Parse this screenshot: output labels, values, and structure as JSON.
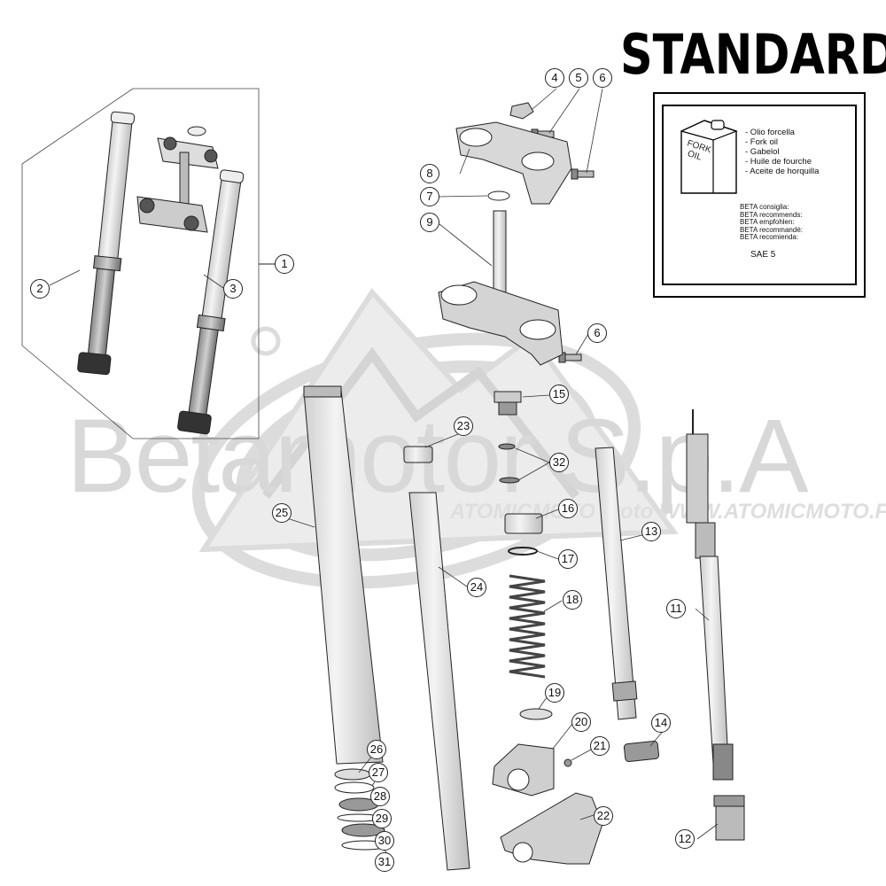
{
  "title": "STANDARD",
  "watermark": "Betamotor S.p.A",
  "watermark_logo": "ATOMICMOTO moto WWW.ATOMICMOTO.FR",
  "oil_box": {
    "can_label": "FORK OIL",
    "names": [
      "- Olio forcella",
      "- Fork oil",
      "- Gabelol",
      "- Huile de fourche",
      "- Aceite de horquilla"
    ],
    "recommends": [
      "BETA consiglia:",
      "BETA recommends:",
      "BETA empfohlen:",
      "BETA recommandé:",
      "BETA recomienda:"
    ],
    "grade": "SAE 5"
  },
  "callouts": [
    {
      "n": "1"
    },
    {
      "n": "2"
    },
    {
      "n": "3"
    },
    {
      "n": "4"
    },
    {
      "n": "5"
    },
    {
      "n": "6"
    },
    {
      "n": "6"
    },
    {
      "n": "7"
    },
    {
      "n": "8"
    },
    {
      "n": "9"
    },
    {
      "n": "11"
    },
    {
      "n": "12"
    },
    {
      "n": "13"
    },
    {
      "n": "14"
    },
    {
      "n": "15"
    },
    {
      "n": "16"
    },
    {
      "n": "17"
    },
    {
      "n": "18"
    },
    {
      "n": "19"
    },
    {
      "n": "20"
    },
    {
      "n": "21"
    },
    {
      "n": "22"
    },
    {
      "n": "23"
    },
    {
      "n": "24"
    },
    {
      "n": "25"
    },
    {
      "n": "26"
    },
    {
      "n": "27"
    },
    {
      "n": "28"
    },
    {
      "n": "29"
    },
    {
      "n": "30"
    },
    {
      "n": "31"
    },
    {
      "n": "32"
    }
  ],
  "colors": {
    "line": "#222222",
    "part_fill": "#e6e6e6",
    "part_dark": "#777777",
    "watermark": "#d8d8d8"
  }
}
